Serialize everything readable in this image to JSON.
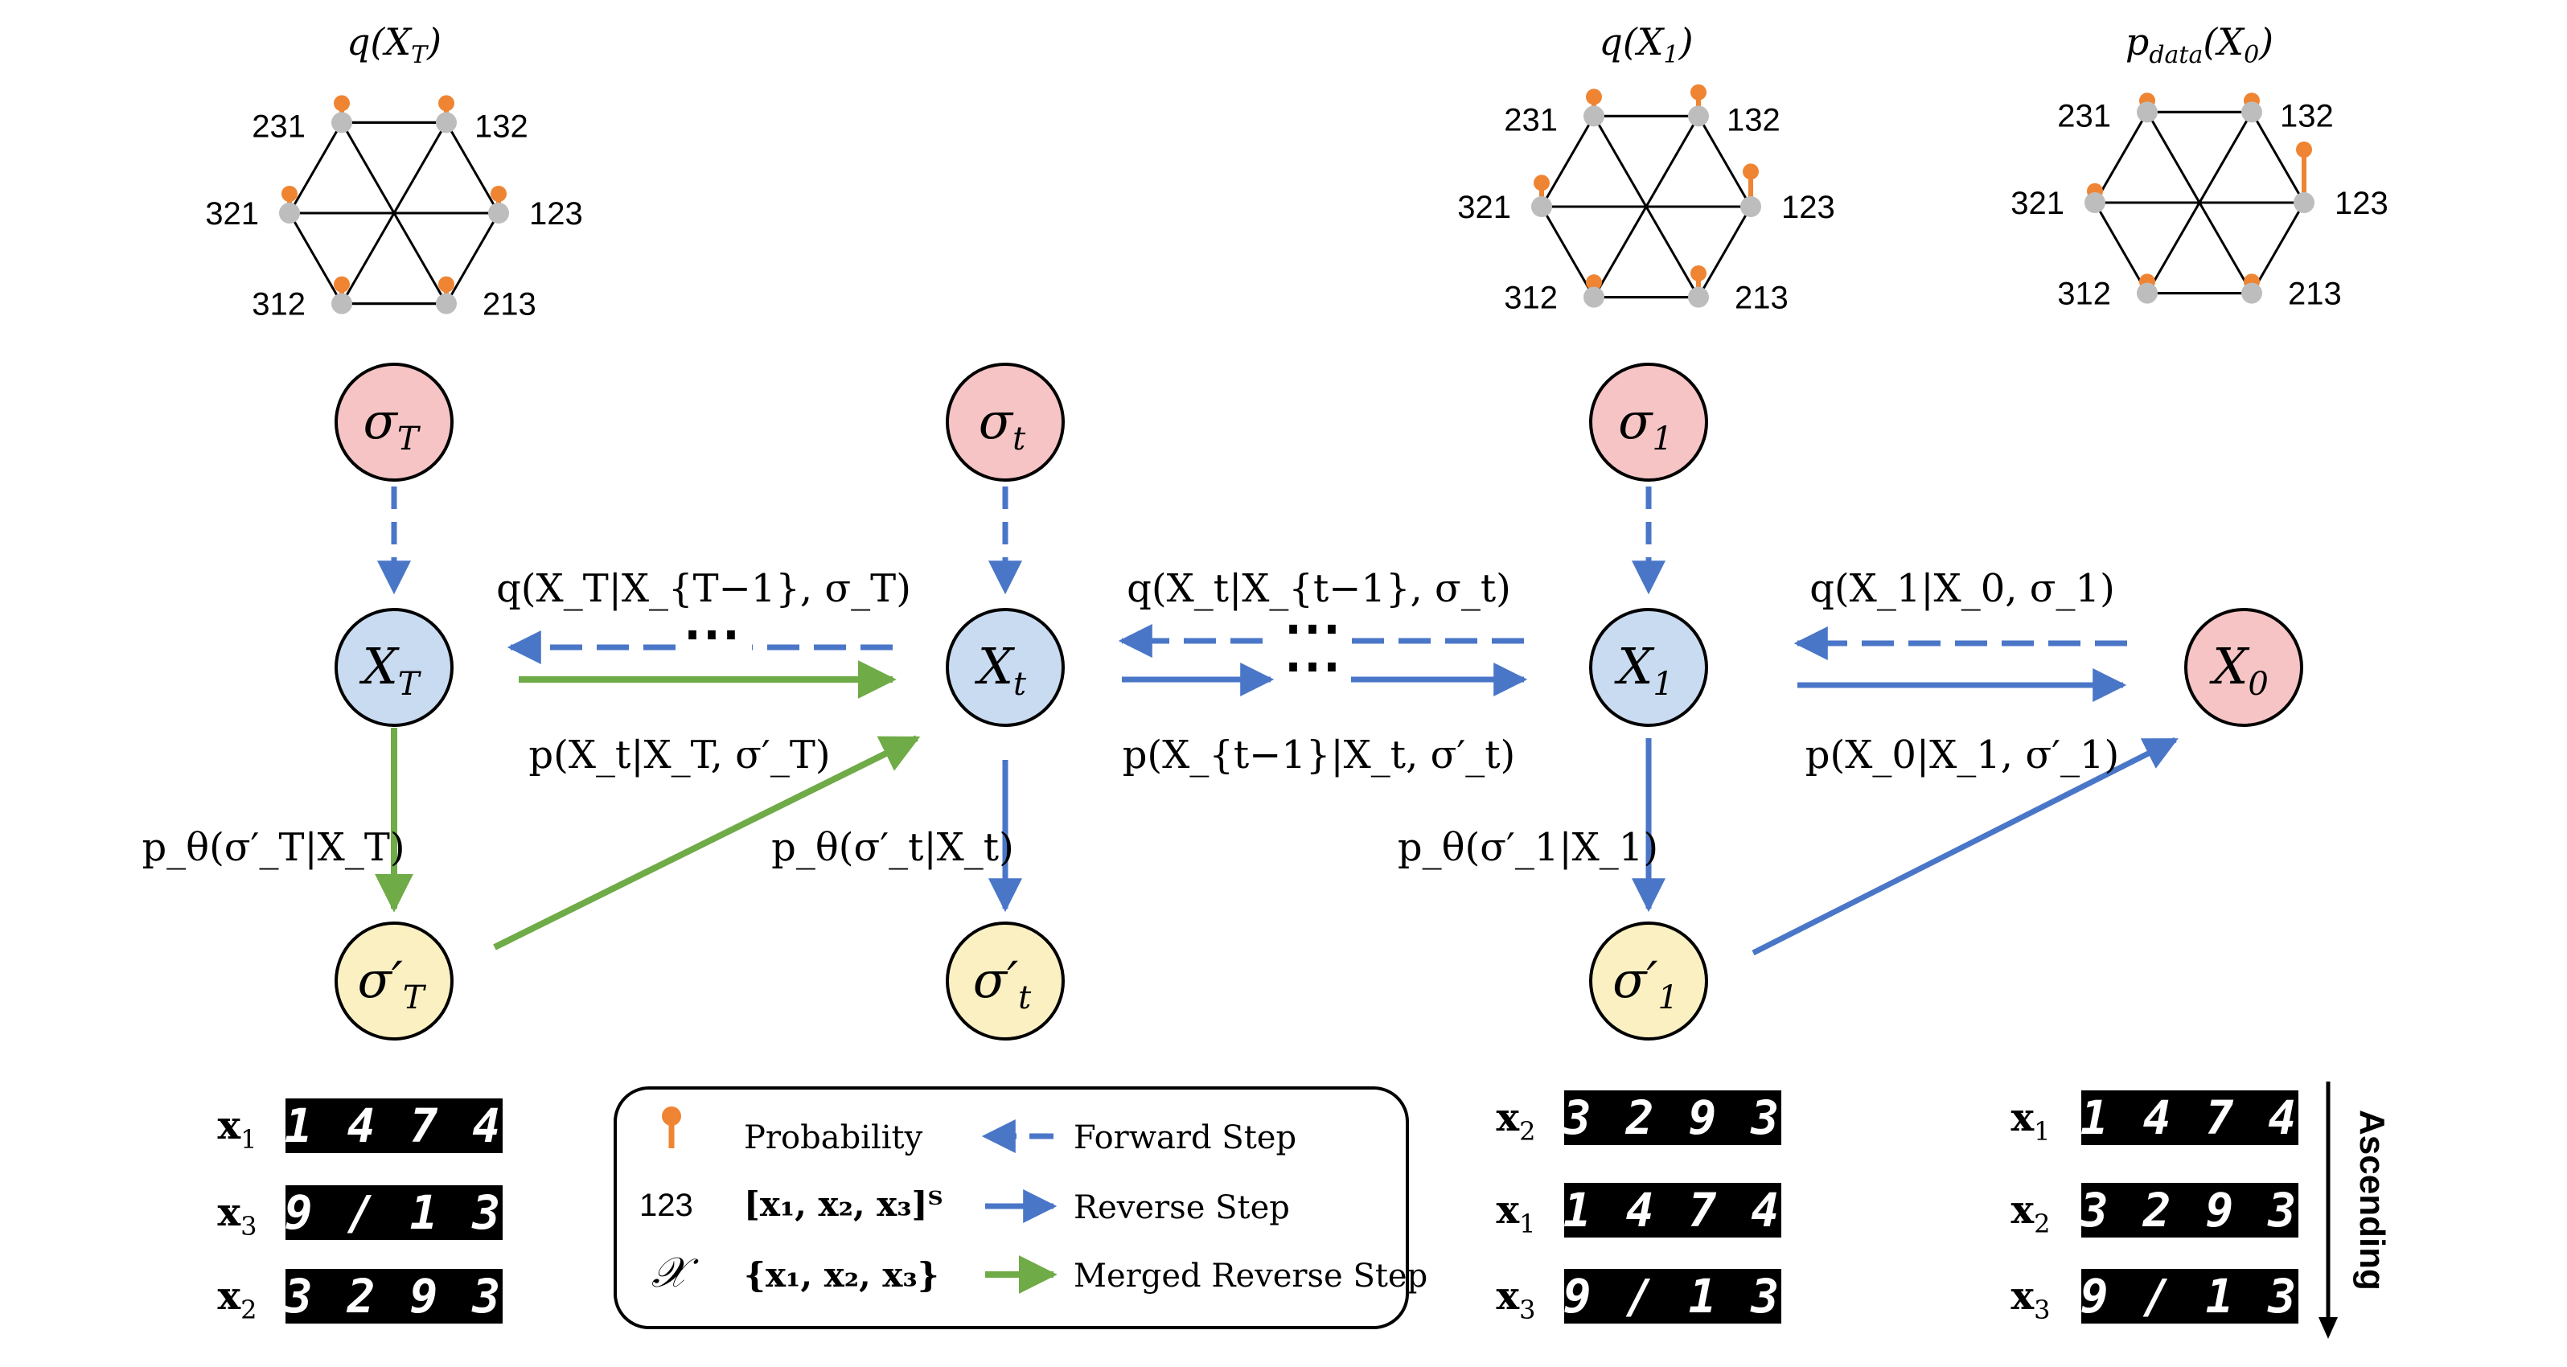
{
  "colors": {
    "pink": "#f6c4c4",
    "blue": "#c9dbf0",
    "yellow": "#fbf0c2",
    "forward_arrow": "#4a76c8",
    "reverse_arrow": "#4a76c8",
    "merged_arrow": "#6fab47",
    "probability_stem": "#ef8433",
    "vertex": "#bdbdbd"
  },
  "hexagons": [
    {
      "id": "hex-qxt",
      "title": "q(X_T)",
      "title_main": "q(X",
      "title_sub": "T",
      "title_close": ")",
      "vertices": [
        {
          "label": "231",
          "prob": 0.5
        },
        {
          "label": "132",
          "prob": 0.5
        },
        {
          "label": "123",
          "prob": 0.5
        },
        {
          "label": "213",
          "prob": 0.5
        },
        {
          "label": "312",
          "prob": 0.5
        },
        {
          "label": "321",
          "prob": 0.5
        }
      ]
    },
    {
      "id": "hex-qx1",
      "title": "q(X_1)",
      "title_main": "q(X",
      "title_sub": "1",
      "title_close": ")",
      "vertices": [
        {
          "label": "231",
          "prob": 0.5
        },
        {
          "label": "132",
          "prob": 0.7
        },
        {
          "label": "123",
          "prob": 1.2
        },
        {
          "label": "213",
          "prob": 0.7
        },
        {
          "label": "312",
          "prob": 0.3
        },
        {
          "label": "321",
          "prob": 0.7
        }
      ]
    },
    {
      "id": "hex-pdata",
      "title": "p_data(X_0)",
      "title_main": "p",
      "title_sub": "data",
      "title_close": "(X",
      "title_sub2": "0",
      "title_close2": ")",
      "vertices": [
        {
          "label": "231",
          "prob": 0.15
        },
        {
          "label": "132",
          "prob": 0.15
        },
        {
          "label": "123",
          "prob": 2.0
        },
        {
          "label": "213",
          "prob": 0.15
        },
        {
          "label": "312",
          "prob": 0.15
        },
        {
          "label": "321",
          "prob": 0.15
        }
      ]
    }
  ],
  "nodes": {
    "sigma_T": {
      "base": "σ",
      "sub": "T"
    },
    "sigma_t": {
      "base": "σ",
      "sub": "t"
    },
    "sigma_1": {
      "base": "σ",
      "sub": "1"
    },
    "X_T": {
      "base": "X",
      "sub": "T"
    },
    "X_t": {
      "base": "X",
      "sub": "t"
    },
    "X_1": {
      "base": "X",
      "sub": "1"
    },
    "X_0": {
      "base": "X",
      "sub": "0"
    },
    "sigma_prime_T": {
      "base": "σ′",
      "sub": "T"
    },
    "sigma_prime_t": {
      "base": "σ′",
      "sub": "t"
    },
    "sigma_prime_1": {
      "base": "σ′",
      "sub": "1"
    }
  },
  "edge_labels": {
    "q_T": "q(X_T|X_{T−1}, σ_T)",
    "p_T": "p(X_t|X_T, σ′_T)",
    "q_t": "q(X_t|X_{t−1}, σ_t)",
    "p_t": "p(X_{t−1}|X_t, σ′_t)",
    "q_1": "q(X_1|X_0, σ_1)",
    "p_1": "p(X_0|X_1, σ′_1)",
    "ptheta_T": "p_θ(σ′_T|X_T)",
    "ptheta_t": "p_θ(σ′_t|X_t)",
    "ptheta_1": "p_θ(σ′_1|X_1)",
    "dots": "⋯"
  },
  "digit_groups": [
    {
      "id": "group-left",
      "rows": [
        {
          "label": "x",
          "sub": "1",
          "digits": "1 4 7 4"
        },
        {
          "label": "x",
          "sub": "3",
          "digits": "9 / 1 3"
        },
        {
          "label": "x",
          "sub": "2",
          "digits": "3 2 9 3"
        }
      ]
    },
    {
      "id": "group-mid",
      "rows": [
        {
          "label": "x",
          "sub": "2",
          "digits": "3 2 9 3"
        },
        {
          "label": "x",
          "sub": "1",
          "digits": "1 4 7 4"
        },
        {
          "label": "x",
          "sub": "3",
          "digits": "9 / 1 3"
        }
      ]
    },
    {
      "id": "group-right",
      "rows": [
        {
          "label": "x",
          "sub": "1",
          "digits": "1 4 7 4"
        },
        {
          "label": "x",
          "sub": "2",
          "digits": "3 2 9 3"
        },
        {
          "label": "x",
          "sub": "3",
          "digits": "9 / 1 3"
        }
      ]
    }
  ],
  "ascending_label": "Ascending",
  "legend": {
    "probability": "Probability",
    "forward": "Forward Step",
    "reverse": "Reverse Step",
    "merged": "Merged Reverse Step",
    "perm_example": "123",
    "perm_vector": "[x₁, x₂, x₃]ᵀ",
    "set_symbol": "𝒳",
    "set_value": "{x₁, x₂, x₃}"
  }
}
